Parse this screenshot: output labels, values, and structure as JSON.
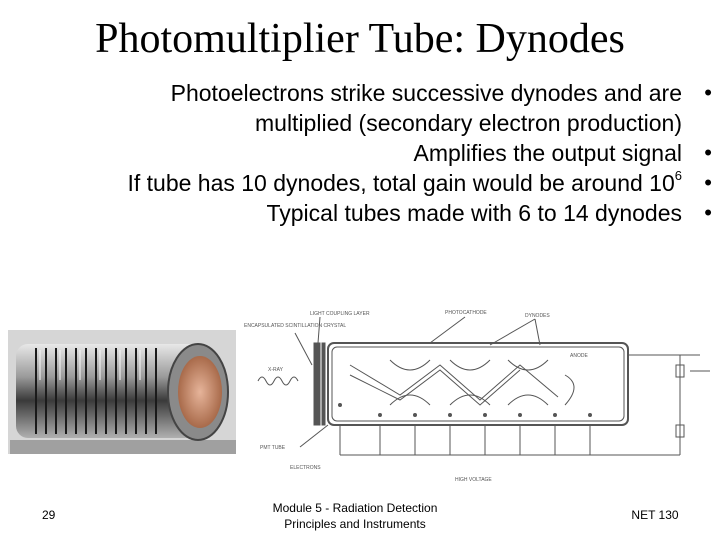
{
  "slide": {
    "title": "Photomultiplier Tube: Dynodes",
    "bullets": [
      {
        "text": "Photoelectrons strike successive dynodes and are"
      },
      {
        "text": "multiplied (secondary electron production)"
      },
      {
        "text": "Amplifies the output signal"
      },
      {
        "text": "If tube has 10 dynodes, total gain would be around 10",
        "sup": "6"
      },
      {
        "text": "Typical tubes made with 6 to 14 dynodes"
      }
    ],
    "diagram_labels": {
      "light_coupling": "LIGHT COUPLING LAYER",
      "encapsulated": "ENCAPSULATED SCINTILLATION CRYSTAL",
      "photocathode": "PHOTOCATHODE",
      "dynodes": "DYNODES",
      "anode": "ANODE",
      "xray": "X-RAY",
      "pmt_tube": "PMT TUBE",
      "electrons": "ELECTRONS",
      "high_voltage": "HIGH VOLTAGE"
    },
    "colors": {
      "text": "#000000",
      "background": "#ffffff"
    }
  },
  "footer": {
    "slide_number": "29",
    "module_line1": "Module 5 -  Radiation Detection",
    "module_line2": "Principles and Instruments",
    "course": "NET 130"
  }
}
